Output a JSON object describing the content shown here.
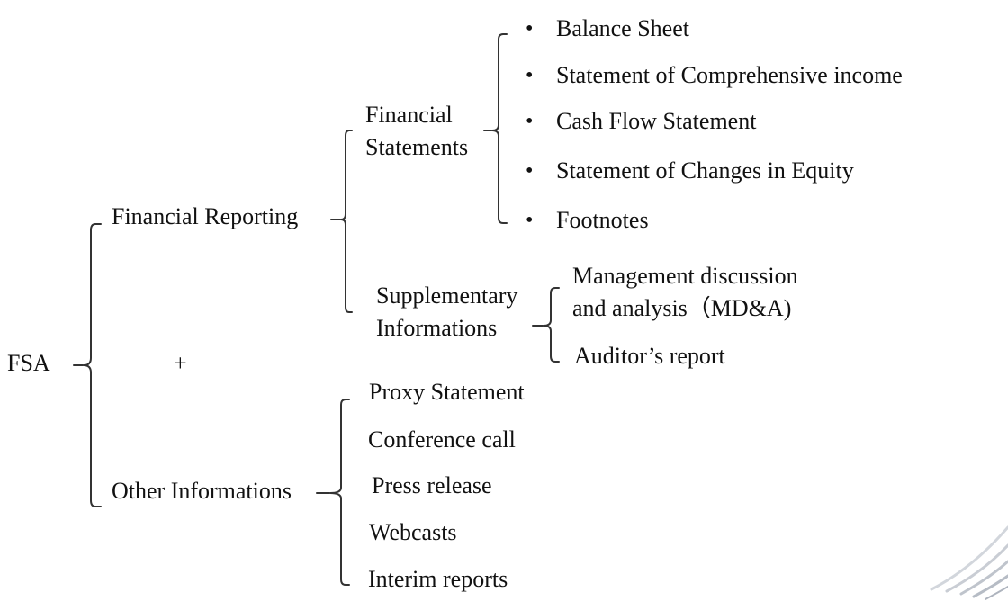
{
  "diagram": {
    "root": "FSA",
    "plus_sign": "+",
    "financial_reporting": "Financial Reporting",
    "financial_statements": [
      "Financial",
      "Statements"
    ],
    "statements": [
      "Balance Sheet",
      "Statement of Comprehensive income",
      "Cash Flow Statement",
      "Statement of Changes in Equity",
      "Footnotes"
    ],
    "bullet_char": "•",
    "supplementary_informations": [
      "Supplementary",
      "Informations"
    ],
    "supplementary_items": [
      [
        "Management discussion",
        "and analysis（MD&A)"
      ],
      [
        "Auditor’s report"
      ]
    ],
    "other_informations": "Other Informations",
    "other_items": [
      "Proxy Statement",
      "Conference call",
      "Press release",
      "Webcasts",
      "Interim reports"
    ],
    "line_color": "#333333",
    "decor_color": "#c8ccd2"
  }
}
